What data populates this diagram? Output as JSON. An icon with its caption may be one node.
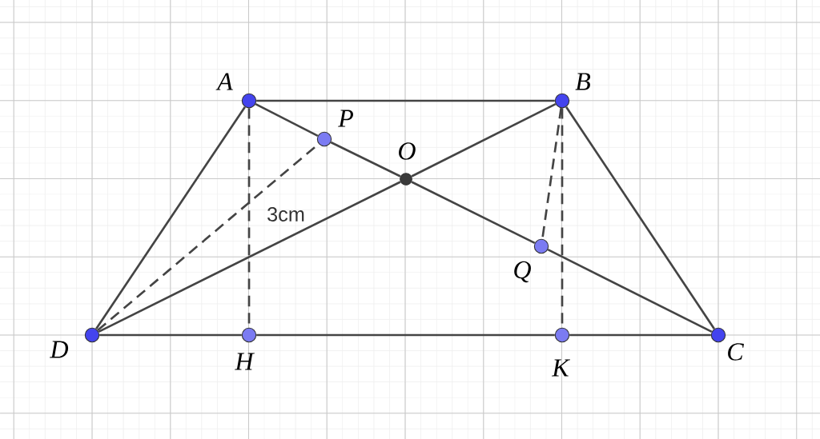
{
  "diagram": {
    "nodes": [
      {
        "text": [
          "A"
        ]
      },
      {
        "text": [
          "B"
        ]
      },
      {
        "text": [
          "P"
        ]
      },
      {
        "text": [
          "O"
        ]
      },
      {
        "text": [
          "Q"
        ]
      },
      {
        "text": [
          "D"
        ]
      },
      {
        "text": [
          "H"
        ]
      },
      {
        "text": [
          "K"
        ]
      },
      {
        "text": [
          "C"
        ]
      }
    ],
    "edges": [
      {
        "from": 0,
        "to": 1,
        "arrow": "none"
      },
      {
        "from": 1,
        "to": 8,
        "arrow": "none"
      },
      {
        "from": 5,
        "to": 6,
        "arrow": "none"
      },
      {
        "from": 6,
        "to": 7,
        "arrow": "none"
      },
      {
        "from": 7,
        "to": 8,
        "arrow": "none"
      },
      {
        "from": 0,
        "to": 5,
        "arrow": "none"
      },
      {
        "from": 0,
        "to": 2,
        "arrow": "none"
      },
      {
        "from": 2,
        "to": 3,
        "arrow": "none"
      },
      {
        "from": 3,
        "to": 4,
        "arrow": "none"
      },
      {
        "from": 4,
        "to": 8,
        "arrow": "none"
      },
      {
        "from": 1,
        "to": 3,
        "arrow": "none"
      },
      {
        "from": 3,
        "to": 5,
        "arrow": "none"
      },
      {
        "from": 0,
        "to": 6,
        "arrow": "none",
        "style": "dashed"
      },
      {
        "from": 1,
        "to": 7,
        "arrow": "none",
        "style": "dashed"
      },
      {
        "from": 5,
        "to": 2,
        "arrow": "none",
        "style": "dashed"
      },
      {
        "from": 1,
        "to": 4,
        "arrow": "none",
        "style": "dashed"
      }
    ],
    "labels": [
      "3cm"
    ]
  }
}
